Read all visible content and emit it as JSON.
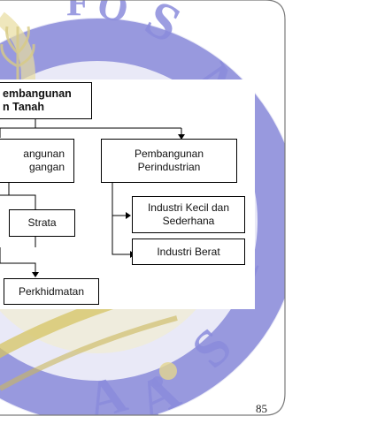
{
  "diagram": {
    "root": {
      "line1": "embangunan",
      "line2": "n Tanah"
    },
    "left_partial": {
      "line1": "angunan",
      "line2": "gangan"
    },
    "industry": {
      "line1": "Pembangunan",
      "line2": "Perindustrian"
    },
    "small_industry": {
      "line1": "Industri Kecil dan",
      "line2": "Sederhana"
    },
    "heavy_industry": "Industri Berat",
    "strata": "Strata",
    "services": "Perkhidmatan"
  },
  "page_number": "85",
  "colors": {
    "seal_blue": "#6e6fd0",
    "seal_gold": "#d9c76c",
    "line": "#000000"
  }
}
